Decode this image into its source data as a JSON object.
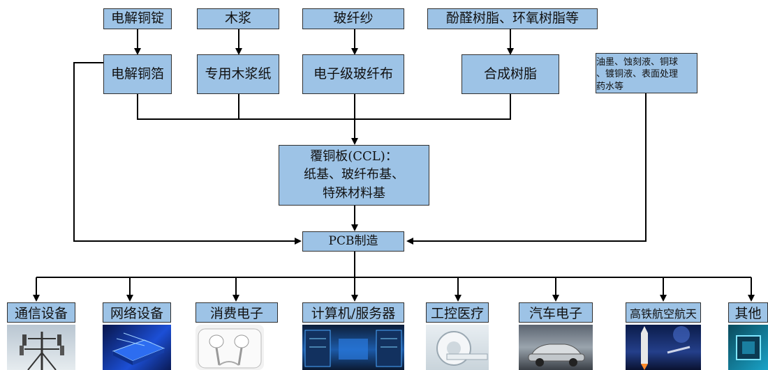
{
  "inputs": {
    "copper_ingot": "电解铜锭",
    "wood_pulp": "木浆",
    "glass_yarn": "玻纤纱",
    "resin_raw": "酚醛树脂、环氧树脂等"
  },
  "materials": {
    "copper_foil": "电解铜箔",
    "pulp_paper": "专用木浆纸",
    "glass_cloth": "电子级玻纤布",
    "synthetic_resin": "合成树脂",
    "chemicals_line1": "油墨、蚀刻液、铜球",
    "chemicals_line2": "、镀铜液、表面处理",
    "chemicals_line3": "药水等"
  },
  "ccl": {
    "line1": "覆铜板(CCL)：",
    "line2": "纸基、玻纤布基、",
    "line3": "特殊材料基"
  },
  "pcb": "PCB制造",
  "applications": [
    {
      "label": "通信设备",
      "icon": "telecom-tower-icon"
    },
    {
      "label": "网络设备",
      "icon": "network-switch-icon"
    },
    {
      "label": "消费电子",
      "icon": "earphones-icon"
    },
    {
      "label": "计算机/服务器",
      "icon": "server-room-icon"
    },
    {
      "label": "工控医疗",
      "icon": "medical-scanner-icon"
    },
    {
      "label": "汽车电子",
      "icon": "car-icon"
    },
    {
      "label": "高铁航空航天",
      "icon": "rocket-icon"
    },
    {
      "label": "其他",
      "icon": "chip-icon"
    }
  ],
  "colors": {
    "box_fill": "#9dc3e6",
    "line": "#000000"
  }
}
